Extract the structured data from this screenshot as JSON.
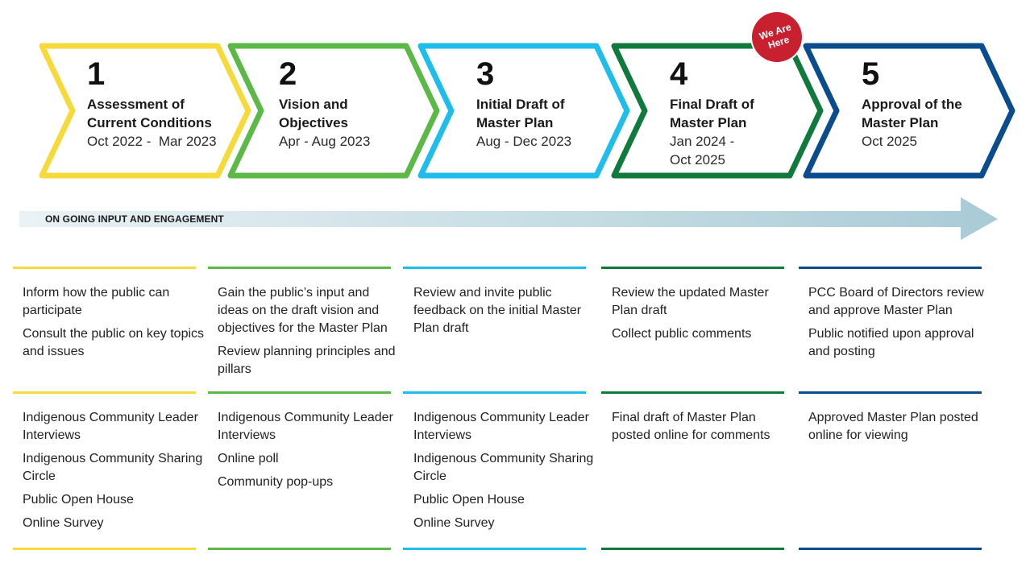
{
  "colors": {
    "step1": "#f6d93a",
    "step2": "#5db947",
    "step3": "#1fbdea",
    "step4": "#0f7a3c",
    "step5": "#0b4c8c",
    "badge": "#c8202f",
    "engagement_arrow": "#a9cbd6"
  },
  "steps": [
    {
      "number": "1",
      "title_lines": [
        "Assessment of",
        "Current Conditions"
      ],
      "date_lines": [
        "Oct 2022 -  Mar 2023"
      ]
    },
    {
      "number": "2",
      "title_lines": [
        "Vision and",
        "Objectives"
      ],
      "date_lines": [
        "Apr - Aug 2023"
      ]
    },
    {
      "number": "3",
      "title_lines": [
        "Initial Draft of",
        "Master Plan"
      ],
      "date_lines": [
        "Aug - Dec 2023"
      ]
    },
    {
      "number": "4",
      "title_lines": [
        "Final Draft of",
        "Master Plan"
      ],
      "date_lines": [
        "Jan 2024 -",
        "Oct 2025"
      ]
    },
    {
      "number": "5",
      "title_lines": [
        "Approval of the",
        "Master Plan"
      ],
      "date_lines": [
        "Oct 2025"
      ]
    }
  ],
  "badge": {
    "text": "We Are Here"
  },
  "engagement": {
    "label": "ON GOING INPUT AND ENGAGEMENT"
  },
  "objectives": [
    [
      "Inform how the public can participate",
      "Consult the public on key topics and issues"
    ],
    [
      "Gain the public’s input and ideas on the draft vision and objectives for the Master Plan",
      "Review planning principles and pillars"
    ],
    [
      "Review and invite public feedback on the initial Master Plan draft"
    ],
    [
      "Review the updated Master Plan draft",
      "Collect public comments"
    ],
    [
      "PCC Board of Directors review and approve Master Plan",
      "Public notified upon approval and posting"
    ]
  ],
  "activities": [
    [
      "Indigenous Community Leader Interviews",
      "Indigenous Community Sharing Circle",
      "Public Open House",
      "Online Survey"
    ],
    [
      "Indigenous Community Leader Interviews",
      "Online poll",
      "Community pop-ups"
    ],
    [
      "Indigenous Community Leader Interviews",
      "Indigenous Community Sharing Circle",
      "Public Open House",
      "Online Survey"
    ],
    [
      "Final draft of Master Plan posted online for comments"
    ],
    [
      "Approved Master Plan posted online for viewing"
    ]
  ]
}
